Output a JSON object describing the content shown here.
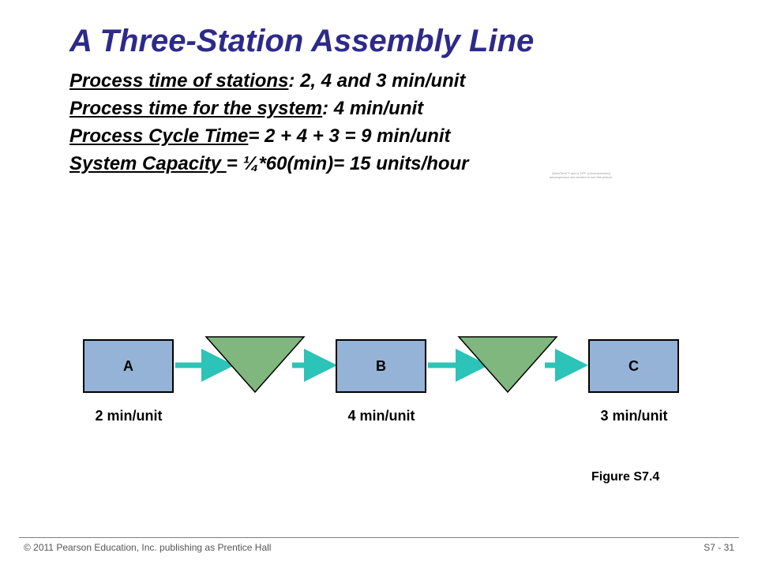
{
  "title": "A Three-Station Assembly Line",
  "lines": [
    {
      "label": "Process time of stations",
      "rest": ": 2, 4 and 3 min/unit"
    },
    {
      "label": "Process time for the system",
      "rest": ": 4 min/unit"
    },
    {
      "label": "Process Cycle Time",
      "rest": "= 2 + 4 + 3 = 9 min/unit"
    },
    {
      "label": "System Capacity ",
      "rest": "= ¼*60(min)= 15 units/hour"
    }
  ],
  "quicktime_note": "QuickTime™ and a TIFF (Uncompressed) decompressor are needed to see this picture.",
  "stations": [
    {
      "label": "A",
      "time": "2 min/unit"
    },
    {
      "label": "B",
      "time": "4 min/unit"
    },
    {
      "label": "C",
      "time": "3 min/unit"
    }
  ],
  "colors": {
    "title": "#2e2a8a",
    "station": "#95b3d7",
    "buffer": "#7fb77e",
    "arrow": "#2cc3b8"
  },
  "figure_caption": "Figure S7.4",
  "footer": {
    "left": "© 2011 Pearson Education, Inc. publishing as Prentice Hall",
    "right": "S7 - 31"
  }
}
